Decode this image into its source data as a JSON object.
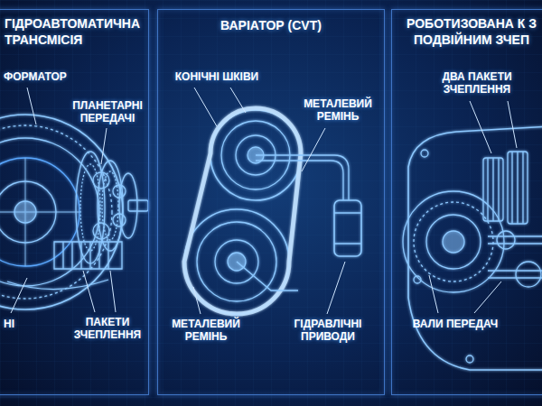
{
  "diagram": {
    "nodes": [
      {
        "text": [
          "ГІДРОАВТОМАТИЧНА ТРАНСМІСІЯ"
        ]
      },
      {
        "text": [
          "ВАРІАТОР (CVT)"
        ]
      },
      {
        "text": [
          "РОБОТИЗОВАНА К З ПОДВІЙНИМ ЗЧЕП"
        ]
      }
    ],
    "labels": [
      "ФОРМАТОР",
      "ПЛАНЕТАРНІ ПЕРЕДАЧІ",
      "НІ",
      "ПАКЕТИ ЗЧЕПЛЕННЯ",
      "КОНІЧНІ ШКІВИ",
      "МЕТАЛЕВИЙ РЕМІНЬ",
      "МЕТАЛЕВИЙ РЕМІНЬ",
      "ГІДРАВЛІЧНІ ПРИВОДИ",
      "ДВА ПАКЕТИ ЗЧЕПЛЕННЯ",
      "ВАЛИ ПЕРЕДАЧ"
    ]
  }
}
